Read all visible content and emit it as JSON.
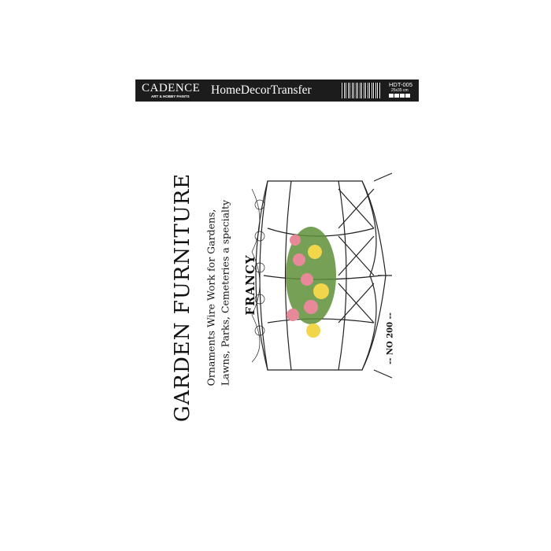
{
  "header": {
    "brand": "CADENCE",
    "brand_sub": "ART & HOBBY PAINTS",
    "product_line": "HomeDecorTransfer",
    "product_code": "HDT-005",
    "size": "25x35 cm"
  },
  "design": {
    "title": "GARDEN FURNITURE",
    "subtitle_line1": "Ornaments Wire Work for Gardens,",
    "subtitle_line2": "Lawns, Parks, Cemeteries a specialty",
    "label": "FRANCY",
    "number": "-- NO 200 --"
  },
  "colors": {
    "bar": "#1c1c1c",
    "rose": "#e8899a",
    "yellow": "#f1d54a",
    "leaf": "#5f8f3a"
  }
}
